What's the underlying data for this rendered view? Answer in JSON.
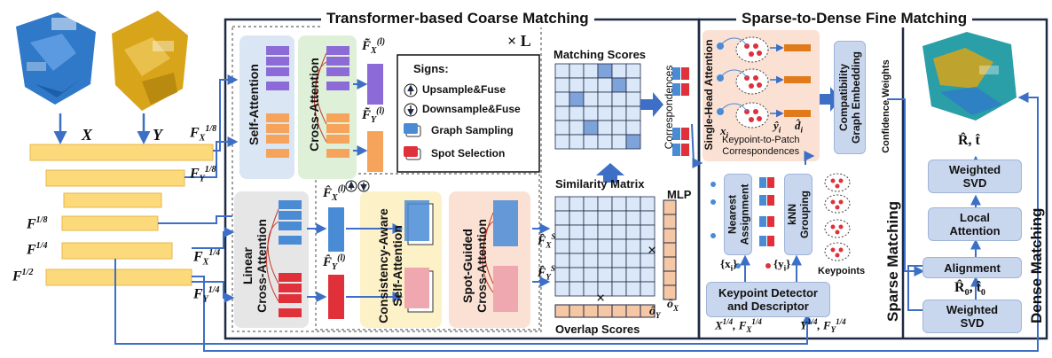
{
  "titles": {
    "coarse": "Transformer-based Coarse Matching",
    "fine": "Sparse-to-Dense Fine Matching"
  },
  "inputs": {
    "x_label": "X",
    "y_label": "Y"
  },
  "features": {
    "f18": "F",
    "f18_sup": "1/8",
    "f14": "F",
    "f14_sup": "1/4",
    "f12": "F",
    "f12_sup": "1/2",
    "fx18": "F",
    "fx18_sup": "1/8",
    "fx18_sub": "X",
    "fy18": "F",
    "fy18_sup": "1/8",
    "fy18_sub": "Y",
    "fx14": "F",
    "fx14_sup": "1/4",
    "fx14_sub": "X",
    "fy14": "F",
    "fy14_sup": "1/4",
    "fy14_sub": "Y"
  },
  "coarse": {
    "self_attention": "Self-Attention",
    "cross_attention": "Cross-Attention",
    "linear_cross_attention_1": "Linear",
    "linear_cross_attention_2": "Cross-Attention",
    "consistency_1": "Consistency-Aware",
    "consistency_2": "Self-Attention",
    "spot_1": "Spot-Guided",
    "spot_2": "Cross-Attention",
    "repeat": "× L",
    "fx_l": "F̃",
    "fx_l_sup": "(l)",
    "fx_l_sub": "X",
    "fy_l": "F̃",
    "fy_l_sup": "(l)",
    "fy_l_sub": "Y",
    "fhx_l": "F̂",
    "fhx_l_sup": "(l)",
    "fhx_l_sub": "X",
    "fhy_l": "F̂",
    "fhy_l_sup": "(l)",
    "fhy_l_sub": "Y",
    "fsx": "F̂",
    "fsx_sup": "S",
    "fsx_sub": "X",
    "fsy": "F̂",
    "fsy_sup": "S",
    "fsy_sub": "Y",
    "matching_scores": "Matching Scores",
    "correspondences": "Correspondences",
    "similarity_matrix": "Similarity Matrix",
    "overlap_scores": "Overlap Scores",
    "mlp": "MLP",
    "ox": "ô",
    "ox_sub": "X",
    "oy": "ô",
    "oy_sub": "Y",
    "times": "×"
  },
  "signs": {
    "title": "Signs:",
    "items": [
      "Upsample&Fuse",
      "Downsample&Fuse",
      "Graph Sampling",
      "Spot Selection"
    ]
  },
  "fine": {
    "single_head": "Single-Head Attention",
    "xi": "x",
    "xi_sub": "i",
    "yi": "ŷ",
    "yi_sub": "i",
    "di": "d̂",
    "di_sub": "i",
    "kp2patch_1": "Keypoint-to-Patch",
    "kp2patch_2": "Correspondences",
    "compat_1": "Compatibility",
    "compat_2": "Graph Embedding",
    "confidence": "Confidence Weights",
    "nearest_1": "Nearest",
    "nearest_2": "Assignment",
    "knn_1": "kNN",
    "knn_2": "Grouping",
    "set_x": "{x",
    "set_x_sub": "i",
    "set_x_end": "}",
    "set_y": "{y",
    "set_y_sub": "i",
    "set_y_end": "}",
    "keypoints": "Keypoints",
    "detector_1": "Keypoint Detector",
    "detector_2": "and Descriptor",
    "x14": "X",
    "x14_sup": "1/4",
    "fx14": "F",
    "fx14_sup": "1/4",
    "fx14_sub": "X",
    "y14": "Y",
    "y14_sup": "1/4",
    "fy14": "F",
    "fy14_sup": "1/4",
    "fy14_sub": "Y",
    "sparse_matching": "Sparse Matching"
  },
  "dense": {
    "rt": "R̂, t̂",
    "weighted_svd_top_1": "Weighted",
    "weighted_svd_top_2": "SVD",
    "local_attention_1": "Local",
    "local_attention_2": "Attention",
    "alignment": "Alignment",
    "r0t0": "R̂",
    "r0t0_sub": "0",
    "r0t0_mid": ", t̂",
    "r0t0_sub2": "0",
    "weighted_svd_bot_1": "Weighted",
    "weighted_svd_bot_2": "SVD",
    "dense_matching": "Dense Matching"
  },
  "colors": {
    "frame": "#1e2a44",
    "arrow": "#3d6fc6",
    "self_attn_bg": "#dbe6f5",
    "cross_attn_bg": "#dff0d8",
    "linear_bg": "#e6e6e6",
    "consistency_bg": "#fdf1c8",
    "spot_bg": "#fbe1d4",
    "purple": "#8c6bd8",
    "orange": "#f6a35c",
    "blue_bar": "#4a8bd6",
    "red_bar": "#e0303a",
    "yellow_bar": "#fcd97a",
    "box_blue": "#c9d7ee",
    "grid_blue": "#dbe8fa",
    "grid_dark": "#7ea3db",
    "overlap_bar": "#f5c7a5",
    "green_dense": "#2a9fa8",
    "point_blue": "#2f79c8",
    "point_gold": "#d8a41a"
  }
}
